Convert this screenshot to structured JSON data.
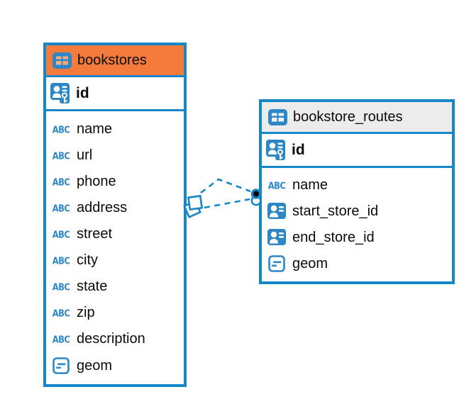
{
  "diagram": {
    "background": "#ffffff",
    "colors": {
      "accent_blue": "#1687c9",
      "icon_blue": "#2d87c7",
      "bookstores_header": "#f57b3c",
      "bookstore_routes_header": "#ececec",
      "text": "#0b0b0b",
      "relationship_dot": "#000000"
    },
    "icons": {
      "text_type_glyph": "ABC",
      "table_icon": "table-icon",
      "primary_key_icon": "primary-key-icon",
      "reference_icon": "reference-type-icon",
      "geometry_icon": "geometry-type-icon"
    },
    "tables": [
      {
        "name": "bookstores",
        "header_color": "#f57b3c",
        "primary_key": {
          "label": "id",
          "icon": "primary-key-icon"
        },
        "columns": [
          {
            "label": "name",
            "icon": "text-type-icon"
          },
          {
            "label": "url",
            "icon": "text-type-icon"
          },
          {
            "label": "phone",
            "icon": "text-type-icon"
          },
          {
            "label": "address",
            "icon": "text-type-icon"
          },
          {
            "label": "street",
            "icon": "text-type-icon"
          },
          {
            "label": "city",
            "icon": "text-type-icon"
          },
          {
            "label": "state",
            "icon": "text-type-icon"
          },
          {
            "label": "zip",
            "icon": "text-type-icon"
          },
          {
            "label": "description",
            "icon": "text-type-icon"
          },
          {
            "label": "geom",
            "icon": "geometry-type-icon"
          }
        ]
      },
      {
        "name": "bookstore_routes",
        "header_color": "#ececec",
        "primary_key": {
          "label": "id",
          "icon": "primary-key-icon"
        },
        "columns": [
          {
            "label": "name",
            "icon": "text-type-icon"
          },
          {
            "label": "start_store_id",
            "icon": "reference-type-icon"
          },
          {
            "label": "end_store_id",
            "icon": "reference-type-icon"
          },
          {
            "label": "geom",
            "icon": "geometry-type-icon"
          }
        ]
      }
    ],
    "relationships": [
      {
        "from": "bookstores",
        "to": "bookstore_routes",
        "style": "dashed"
      },
      {
        "from": "bookstores",
        "to": "bookstore_routes",
        "style": "dashed"
      }
    ]
  }
}
